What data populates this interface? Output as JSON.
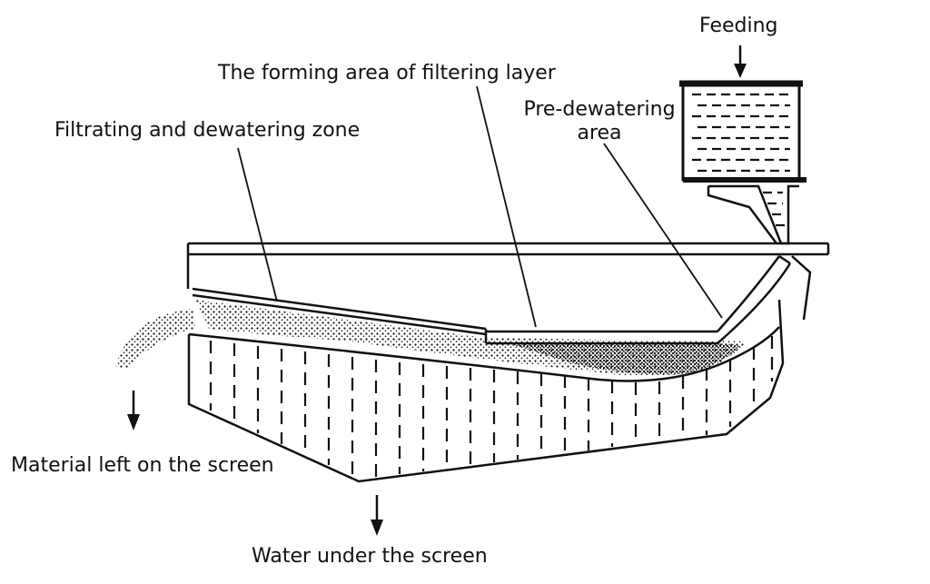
{
  "labels": {
    "feeding": "Feeding",
    "forming_area": "The forming area of filtering layer",
    "pre_dewatering_line1": "Pre-dewatering",
    "pre_dewatering_line2": "area",
    "filtrating_zone": "Filtrating and dewatering zone",
    "material_left": "Material left on the screen",
    "water_under": "Water under the screen"
  },
  "colors": {
    "ink": "#111111",
    "background": "#ffffff"
  }
}
